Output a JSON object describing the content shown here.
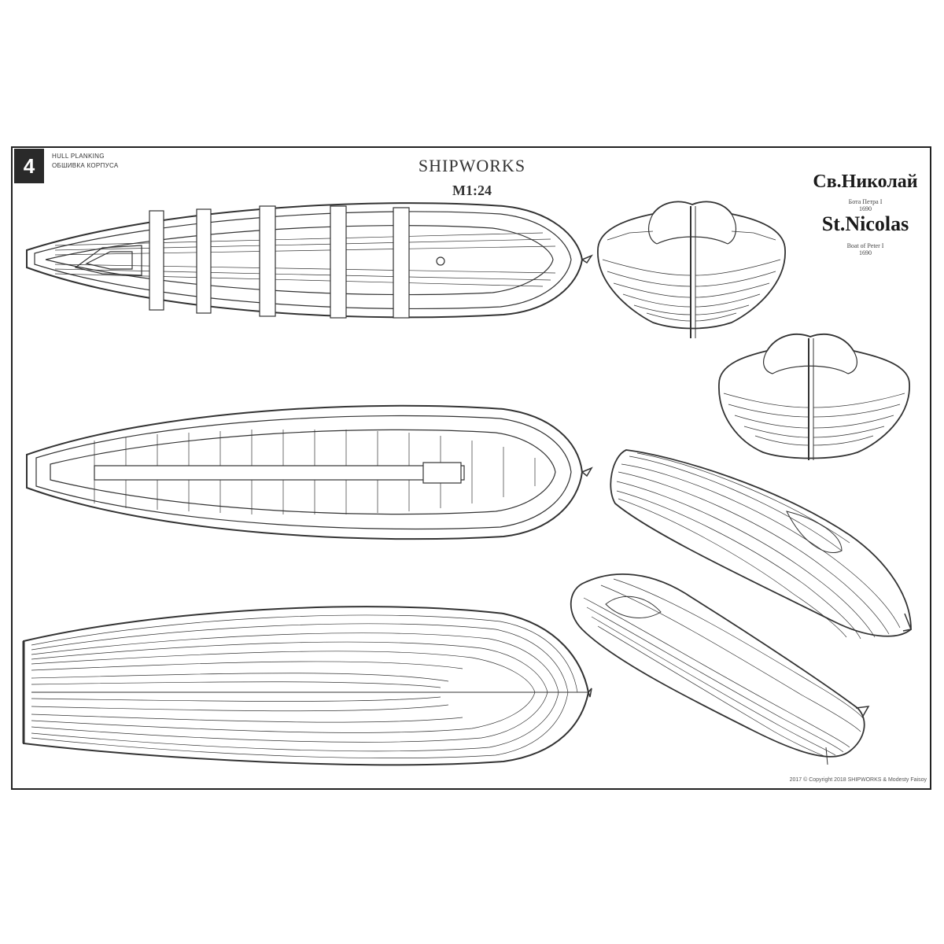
{
  "sheet": {
    "number": "4",
    "subtitle_line1": "HULL PLANKING",
    "subtitle_line2": "ОБШИВКА КОРПУСА"
  },
  "brand": {
    "name": "SHIPWORKS",
    "scale": "M1:24"
  },
  "title": {
    "russian_name": "Св.Николай",
    "russian_subtitle": "Бота Петра I",
    "russian_year": "1690",
    "english_name": "St.Nicolas",
    "english_subtitle": "Boat of Peter I",
    "english_year": "1690"
  },
  "footer": {
    "copyright": "2017 © Copyright 2018 SHIPWORKS & Modesty Faisoy"
  },
  "colors": {
    "line": "#333333",
    "number_box": "#2a2a2a",
    "background": "#ffffff"
  }
}
